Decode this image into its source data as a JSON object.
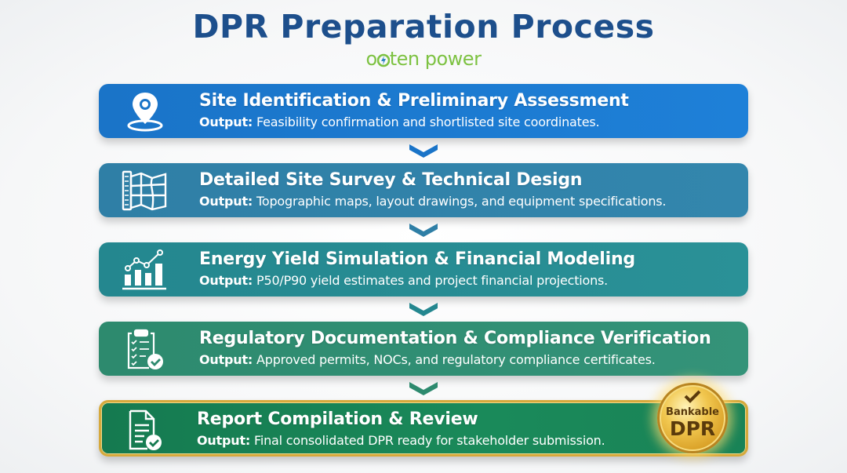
{
  "header": {
    "title": "DPR Preparation Process",
    "brand_prefix": "o",
    "brand_suffix": "ten power",
    "brand_full": "opten power",
    "brand_color": "#7dc242",
    "title_color": "#1d4f8c"
  },
  "steps": [
    {
      "heading": "Site Identification & Preliminary Assessment",
      "output_label": "Output:",
      "output_text": " Feasibility confirmation and shortlisted site coordinates.",
      "icon": "map-pin-icon",
      "color": "#1a74c8"
    },
    {
      "heading": "Detailed Site Survey & Technical Design",
      "output_label": "Output:",
      "output_text": " Topographic maps, layout drawings, and equipment specifications.",
      "icon": "survey-map-icon",
      "color": "#2f7fa6"
    },
    {
      "heading": "Energy Yield Simulation & Financial Modeling",
      "output_label": "Output:",
      "output_text": " P50/P90 yield estimates and project financial projections.",
      "icon": "growth-chart-icon",
      "color": "#24878f"
    },
    {
      "heading": "Regulatory Documentation & Compliance Verification",
      "output_label": "Output:",
      "output_text": " Approved permits, NOCs, and regulatory compliance certificates.",
      "icon": "clipboard-check-icon",
      "color": "#2d8a6e"
    },
    {
      "heading": "Report Compilation & Review",
      "output_label": "Output:",
      "output_text": " Final consolidated DPR ready for stakeholder submission.",
      "icon": "document-check-icon",
      "color": "#157a50"
    }
  ],
  "badge": {
    "line1": "Bankable",
    "line2": "DPR",
    "icon": "checkmark-icon",
    "color": "#f1c74f"
  },
  "connectors": {
    "icon": "chevron-down-icon",
    "colors": [
      "#1a74c8",
      "#2f7fa6",
      "#24878f",
      "#2d8a6e"
    ]
  }
}
